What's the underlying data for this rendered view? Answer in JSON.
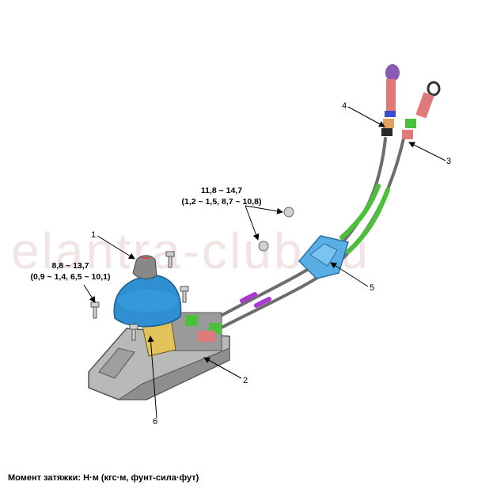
{
  "watermark": "elantra-club.ru",
  "torque_groups": [
    {
      "line1": "11,8 ~ 14,7",
      "line2": "(1,2 ~ 1,5, 8,7 ~ 10,8)"
    },
    {
      "line1": "8,8 ~ 13,7",
      "line2": "(0,9 ~ 1,4, 6,5 ~ 10,1)"
    }
  ],
  "callouts": [
    "1",
    "2",
    "3",
    "4",
    "5",
    "6"
  ],
  "footer": "Момент затяжки: Н·м (кгс·м, фунт-сила·фут)",
  "colors": {
    "knob_boot": "#2f8fd0",
    "bracket": "#b9b9b9",
    "cable": "#7a7a7a",
    "cable_sleeve": "#4cbf3b",
    "cable_band": "#a83ad2",
    "cable_holder": "#5aaee6",
    "cable_end_red": "#e07a7a",
    "cable_end_purple": "#8a5ab5"
  }
}
